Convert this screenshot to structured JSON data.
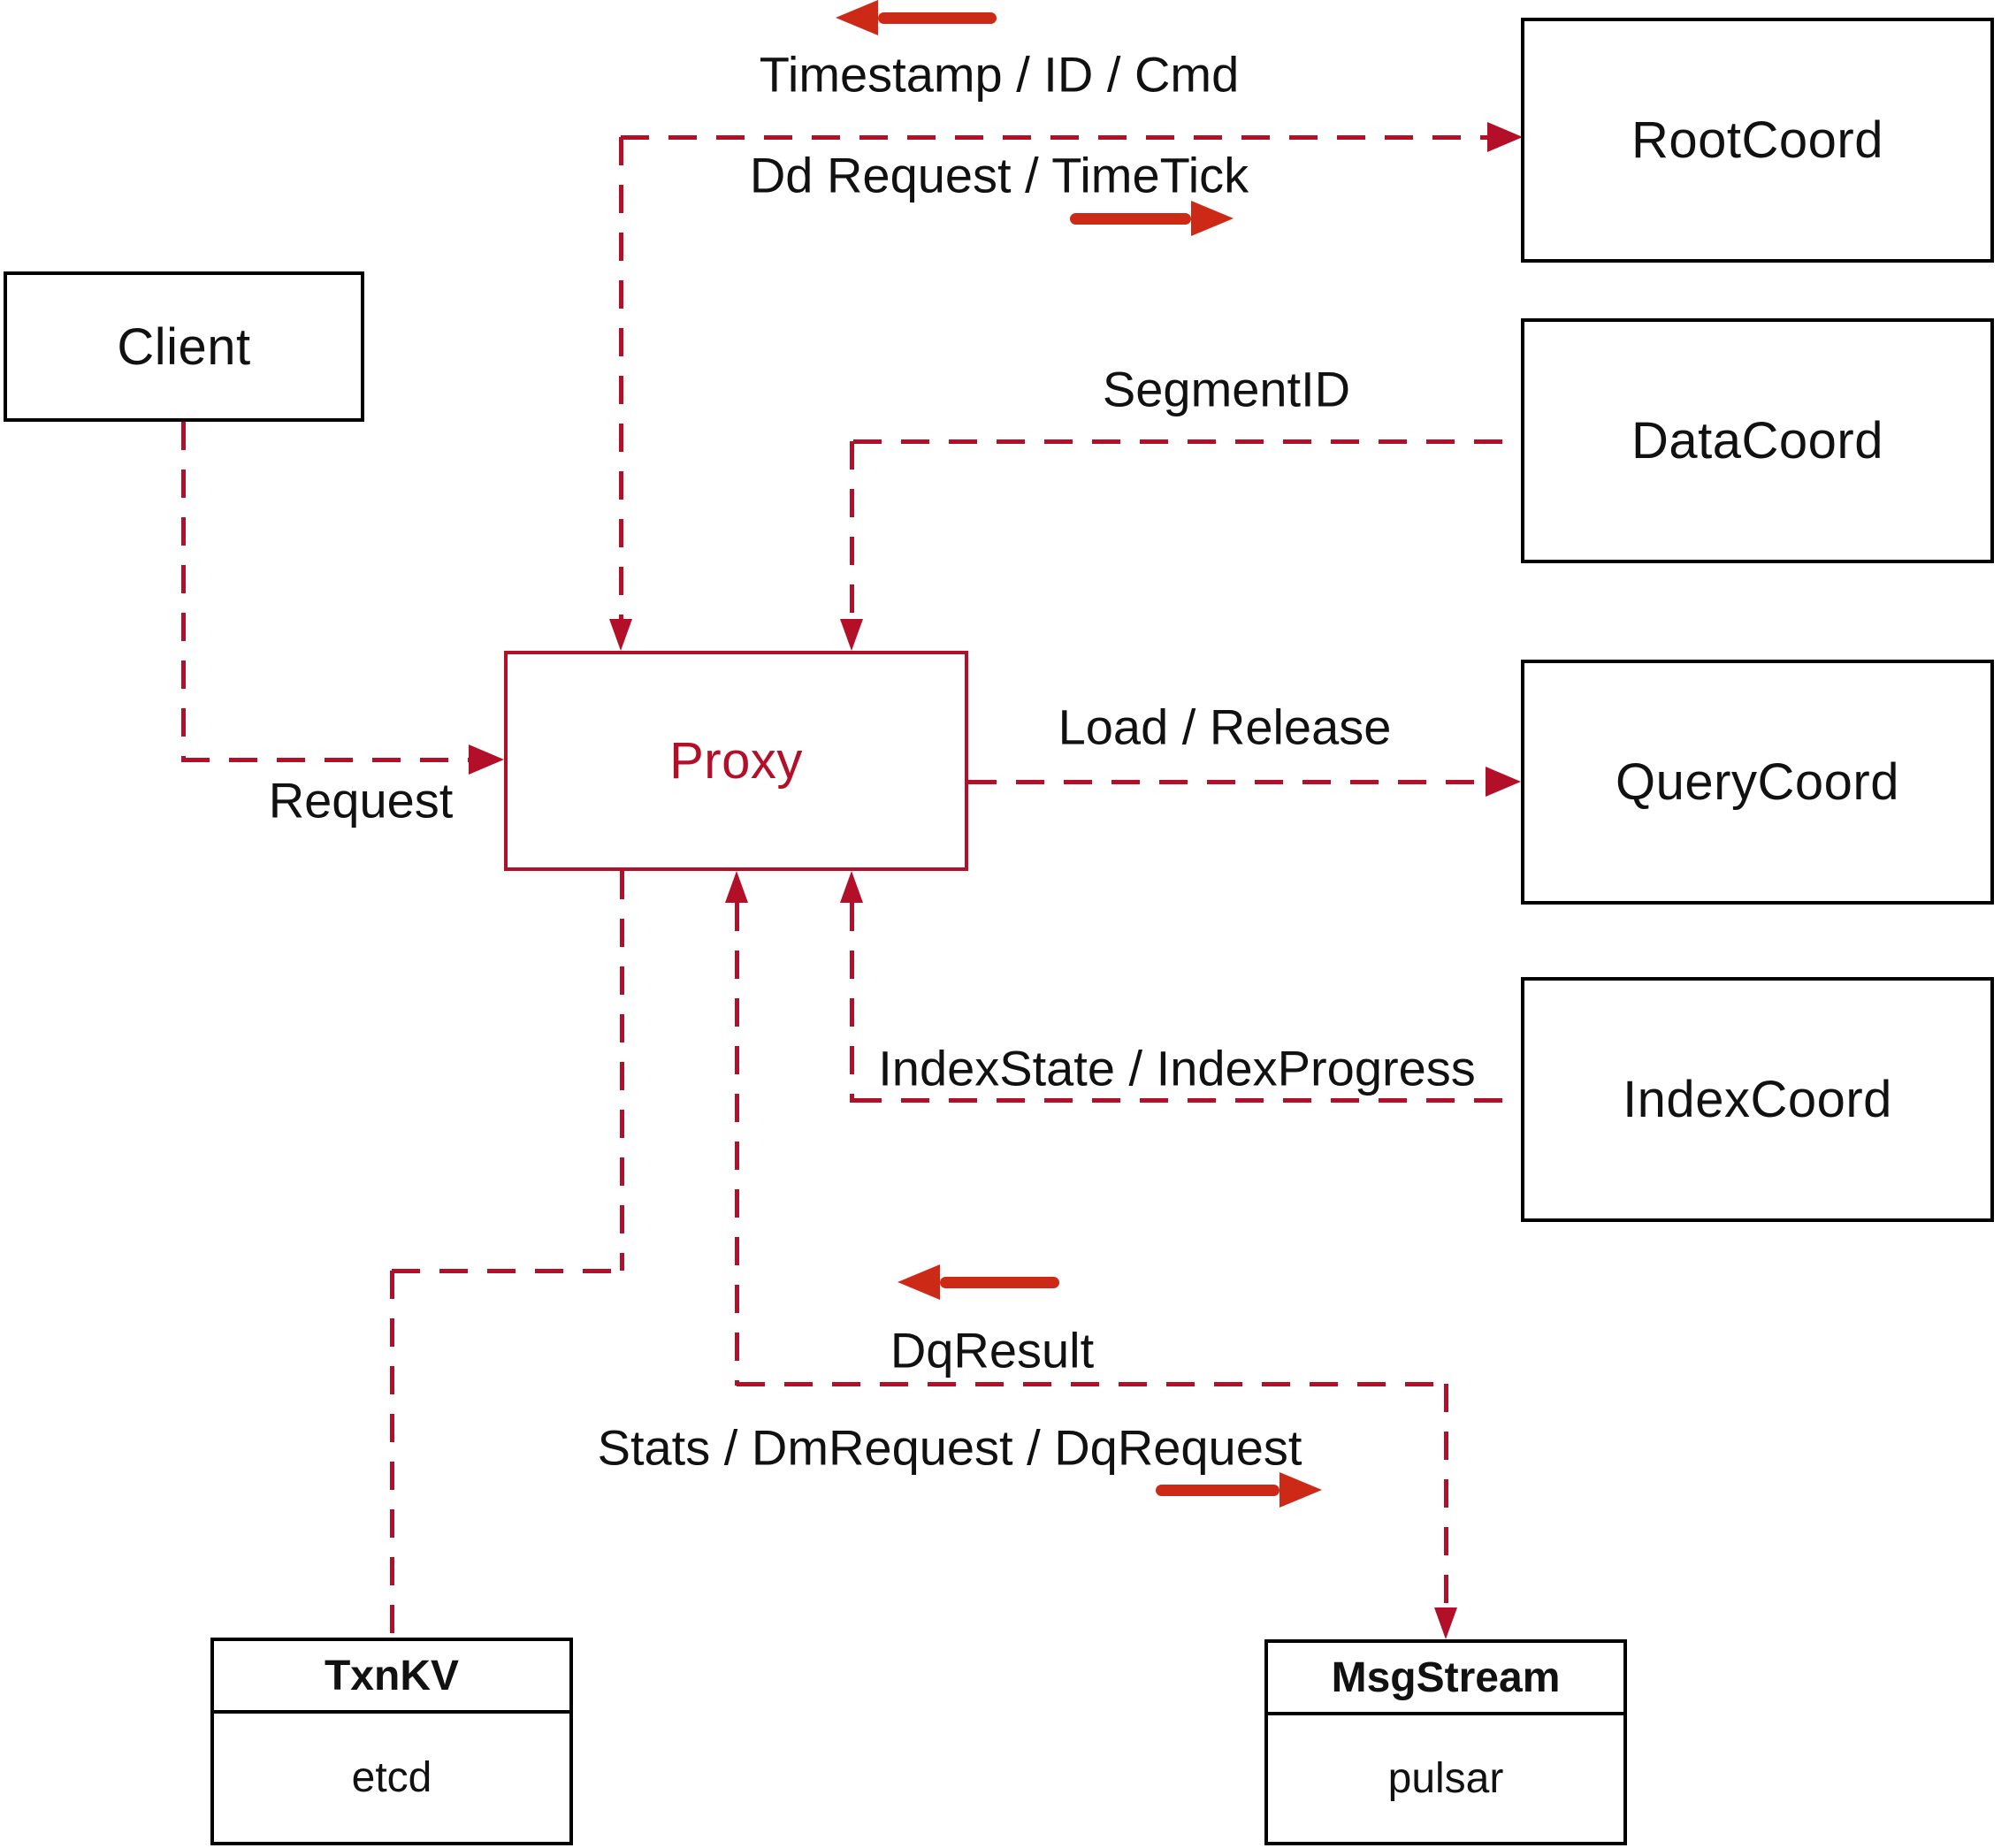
{
  "colors": {
    "line_crimson": "#b30f28",
    "solid_arrow_red": "#cc2a17",
    "box_border_black": "#000000",
    "text_black": "#111111",
    "background_white": "#ffffff"
  },
  "nodes": {
    "client": {
      "label": "Client"
    },
    "proxy": {
      "label": "Proxy"
    },
    "root_coord": {
      "label": "RootCoord"
    },
    "data_coord": {
      "label": "DataCoord"
    },
    "query_coord": {
      "label": "QueryCoord"
    },
    "index_coord": {
      "label": "IndexCoord"
    },
    "txn_kv": {
      "title": "TxnKV",
      "subtitle": "etcd"
    },
    "msg_stream": {
      "title": "MsgStream",
      "subtitle": "pulsar"
    }
  },
  "edge_labels": {
    "timestamp_id_cmd": "Timestamp / ID / Cmd",
    "dd_request_timetick": "Dd Request / TimeTick",
    "segment_id": "SegmentID",
    "request": "Request",
    "load_release": "Load / Release",
    "index_state_progress": "IndexState / IndexProgress",
    "dq_result": "DqResult",
    "stats_dm_dq": "Stats / DmRequest / DqRequest"
  }
}
